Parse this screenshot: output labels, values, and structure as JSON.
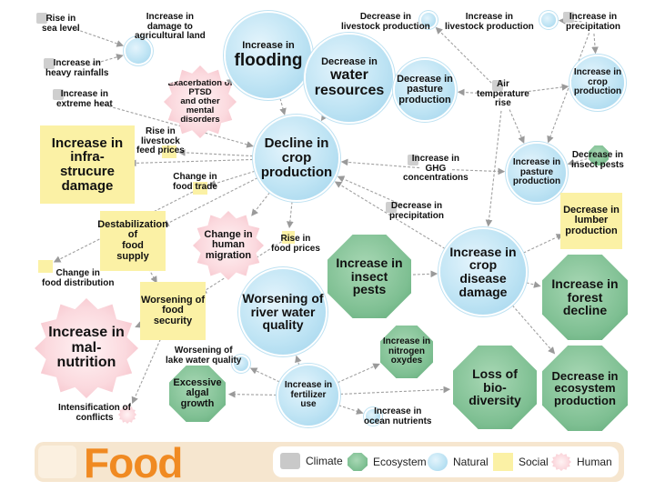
{
  "title": "Food",
  "legend": [
    {
      "key": "climate",
      "label": "Climate",
      "color": "#c9c9c9"
    },
    {
      "key": "ecosystem",
      "label": "Ecosystem",
      "color": "#7ebf92"
    },
    {
      "key": "natural",
      "label": "Natural",
      "color": "#a8d8ef"
    },
    {
      "key": "social",
      "label": "Social",
      "color": "#fbf1a5"
    },
    {
      "key": "human",
      "label": "Human",
      "color": "#f6c4cc"
    }
  ],
  "nodes": [
    {
      "id": "sea_level",
      "category": "climate",
      "label": "Rise in\nsea level"
    },
    {
      "id": "heavy_rain",
      "category": "climate",
      "label": "Increase in\nheavy rainfalls"
    },
    {
      "id": "extreme_heat",
      "category": "climate",
      "label": "Increase in\nextreme heat"
    },
    {
      "id": "air_temp",
      "category": "climate",
      "label": "Air\ntemperature\nrise"
    },
    {
      "id": "ghg",
      "category": "climate",
      "label": "Increase in\nGHG\nconcentrations"
    },
    {
      "id": "dec_precip",
      "category": "climate",
      "label": "Decrease in\nprecipitation"
    },
    {
      "id": "inc_precip",
      "category": "climate",
      "label": "Increase in\nprecipitation"
    },
    {
      "id": "ag_land",
      "category": "natural",
      "label": "Increase in\ndamage to\nagricultural land"
    },
    {
      "id": "flooding",
      "category": "natural",
      "label": "Increase in\nflooding"
    },
    {
      "id": "water_res",
      "category": "natural",
      "label": "Decrease in\nwater\nresources"
    },
    {
      "id": "livestock_dec",
      "category": "natural",
      "label": "Decrease in\nlivestock production"
    },
    {
      "id": "livestock_inc",
      "category": "natural",
      "label": "Increase in\nlivestock production"
    },
    {
      "id": "pasture_dec",
      "category": "natural",
      "label": "Decrease in\npasture\nproduction"
    },
    {
      "id": "crop_inc",
      "category": "natural",
      "label": "Increase in\ncrop\nproduction"
    },
    {
      "id": "crop_dec",
      "category": "natural",
      "label": "Decline in\ncrop\nproduction"
    },
    {
      "id": "pasture_inc",
      "category": "natural",
      "label": "Increase in\npasture\nproduction"
    },
    {
      "id": "crop_disease",
      "category": "natural",
      "label": "Increase in\ncrop\ndisease\ndamage"
    },
    {
      "id": "river_water",
      "category": "natural",
      "label": "Worsening of\nriver water\nquality"
    },
    {
      "id": "lake_water",
      "category": "natural",
      "label": "Worsening of\nlake water quality"
    },
    {
      "id": "fertilizer",
      "category": "natural",
      "label": "Increase in\nfertilizer\nuse"
    },
    {
      "id": "ocean_nutrients",
      "category": "natural",
      "label": "Increase in\nocean nutrients"
    },
    {
      "id": "insect_pests_dec",
      "category": "ecosystem",
      "label": "Decrease in\ninsect pests"
    },
    {
      "id": "insect_pests_inc",
      "category": "ecosystem",
      "label": "Increase in\ninsect\npests"
    },
    {
      "id": "forest_decline",
      "category": "ecosystem",
      "label": "Increase in\nforest\ndecline"
    },
    {
      "id": "nitrogen",
      "category": "ecosystem",
      "label": "Increase in\nnitrogen\noxydes"
    },
    {
      "id": "biodiversity",
      "category": "ecosystem",
      "label": "Loss of\nbio-\ndiversity"
    },
    {
      "id": "ecosystem_prod",
      "category": "ecosystem",
      "label": "Decrease in\necosystem\nproduction"
    },
    {
      "id": "algal",
      "category": "ecosystem",
      "label": "Excessive\nalgal\ngrowth"
    },
    {
      "id": "infrastructure",
      "category": "social",
      "label": "Increase in\ninfra-\nstrucure\ndamage"
    },
    {
      "id": "feed_prices",
      "category": "social",
      "label": "Rise in\nlivestock\nfeed prices"
    },
    {
      "id": "food_trade",
      "category": "social",
      "label": "Change in\nfood trade"
    },
    {
      "id": "food_supply",
      "category": "social",
      "label": "Destabilization of\nfood\nsupply"
    },
    {
      "id": "food_dist",
      "category": "social",
      "label": "Change in\nfood distribution"
    },
    {
      "id": "food_prices",
      "category": "social",
      "label": "Rise in\nfood prices"
    },
    {
      "id": "food_security",
      "category": "social",
      "label": "Worsening of\nfood\nsecurity"
    },
    {
      "id": "lumber",
      "category": "social",
      "label": "Decrease in\nlumber\nproduction"
    },
    {
      "id": "ptsd",
      "category": "human",
      "label": "Exacerbation of\nPTSD\nand other\nmental\ndisorders"
    },
    {
      "id": "migration",
      "category": "human",
      "label": "Change in\nhuman\nmigration"
    },
    {
      "id": "malnutrition",
      "category": "human",
      "label": "Increase in\nmal-\nnutrition"
    },
    {
      "id": "conflicts",
      "category": "human",
      "label": "Intensification of\nconflicts"
    }
  ],
  "edges": [
    [
      "sea_level",
      "ag_land"
    ],
    [
      "heavy_rain",
      "ag_land"
    ],
    [
      "extreme_heat",
      "crop_dec"
    ],
    [
      "flooding",
      "crop_dec"
    ],
    [
      "flooding",
      "ptsd"
    ],
    [
      "water_res",
      "crop_dec"
    ],
    [
      "air_temp",
      "pasture_dec"
    ],
    [
      "air_temp",
      "livestock_dec"
    ],
    [
      "air_temp",
      "crop_inc"
    ],
    [
      "air_temp",
      "pasture_inc"
    ],
    [
      "air_temp",
      "crop_disease"
    ],
    [
      "inc_precip",
      "crop_inc"
    ],
    [
      "inc_precip",
      "pasture_inc"
    ],
    [
      "inc_precip",
      "livestock_inc"
    ],
    [
      "ghg",
      "crop_dec"
    ],
    [
      "ghg",
      "pasture_inc"
    ],
    [
      "dec_precip",
      "crop_dec"
    ],
    [
      "crop_dec",
      "feed_prices"
    ],
    [
      "crop_dec",
      "food_trade"
    ],
    [
      "crop_dec",
      "food_supply"
    ],
    [
      "crop_dec",
      "migration"
    ],
    [
      "crop_dec",
      "food_prices"
    ],
    [
      "crop_dec",
      "infrastructure"
    ],
    [
      "food_trade",
      "food_dist"
    ],
    [
      "food_supply",
      "food_security"
    ],
    [
      "food_prices",
      "food_security"
    ],
    [
      "food_security",
      "malnutrition"
    ],
    [
      "food_security",
      "conflicts"
    ],
    [
      "insect_pests_inc",
      "crop_disease"
    ],
    [
      "crop_disease",
      "crop_dec"
    ],
    [
      "crop_disease",
      "forest_decline"
    ],
    [
      "crop_disease",
      "lumber"
    ],
    [
      "crop_disease",
      "ecosystem_prod"
    ],
    [
      "fertilizer",
      "river_water"
    ],
    [
      "fertilizer",
      "lake_water"
    ],
    [
      "fertilizer",
      "algal"
    ],
    [
      "fertilizer",
      "nitrogen"
    ],
    [
      "fertilizer",
      "biodiversity"
    ],
    [
      "fertilizer",
      "ocean_nutrients"
    ],
    [
      "insect_pests_dec",
      "pasture_inc"
    ]
  ]
}
